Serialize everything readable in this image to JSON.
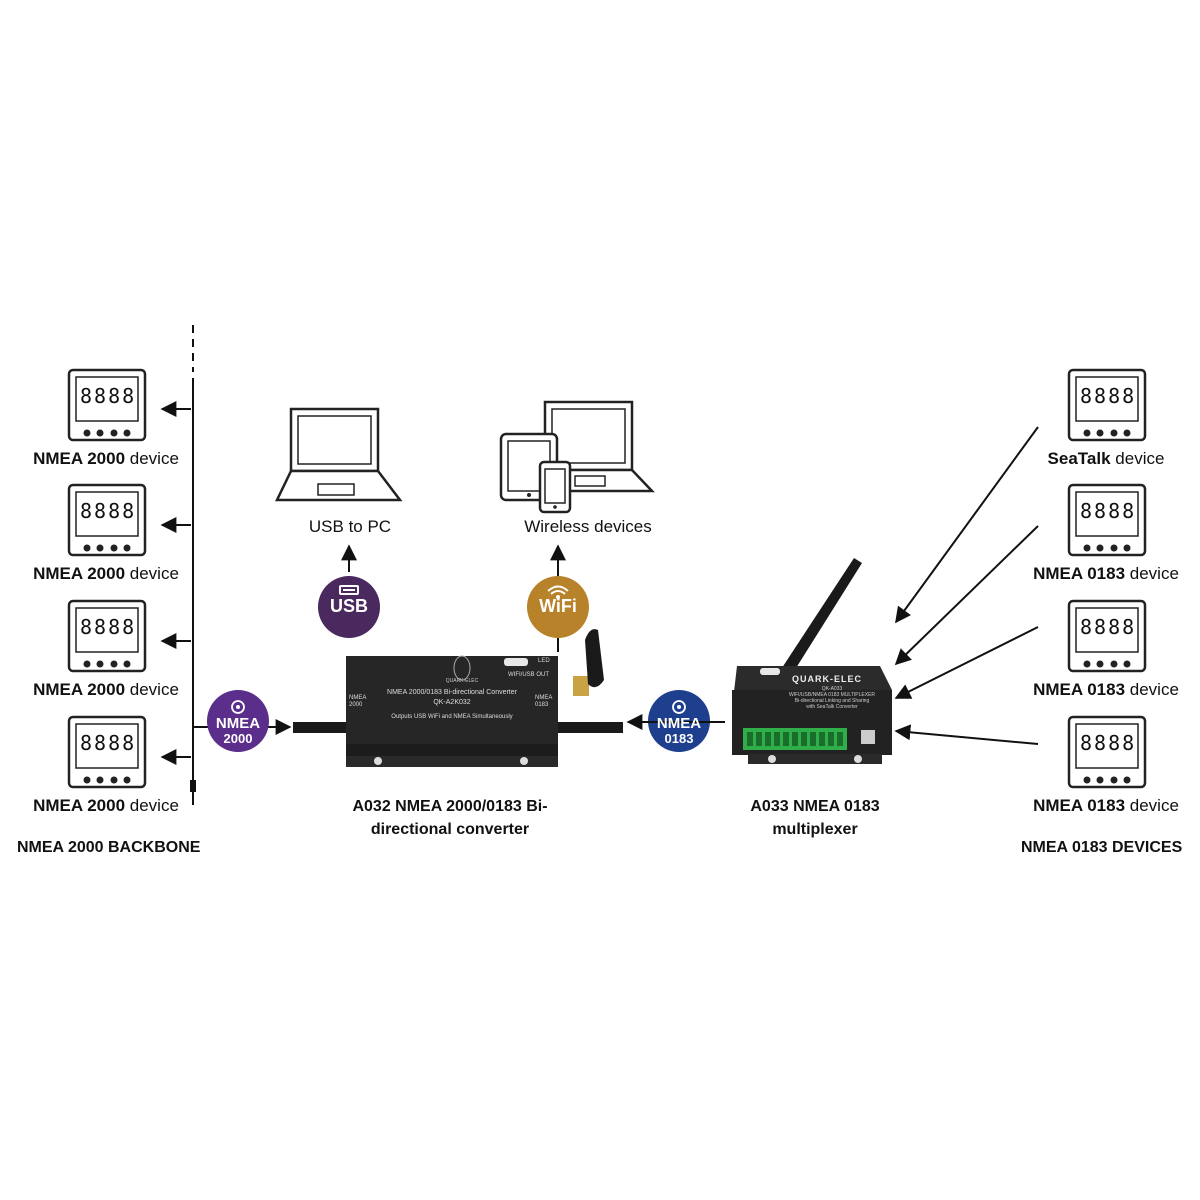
{
  "backbone": {
    "devices": [
      {
        "name_bold": "NMEA 2000",
        "name_rest": " device"
      },
      {
        "name_bold": "NMEA 2000",
        "name_rest": " device"
      },
      {
        "name_bold": "NMEA 2000",
        "name_rest": " device"
      },
      {
        "name_bold": "NMEA 2000",
        "name_rest": " device"
      }
    ],
    "caption": "NMEA 2000 BACKBONE",
    "display_digits": "8888"
  },
  "outputs": {
    "usb_label": "USB to PC",
    "wireless_label": "Wireless devices",
    "usb_badge": "USB",
    "wifi_badge": "WiFi"
  },
  "badges": {
    "nmea2000_line1": "NMEA",
    "nmea2000_line2": "2000",
    "nmea0183_line1": "NMEA",
    "nmea0183_line2": "0183"
  },
  "converter": {
    "caption_line1": "A032 NMEA 2000/0183 Bi-",
    "caption_line2": "directional converter",
    "panel_title": "NMEA 2000/0183 Bi-directional Converter",
    "model": "QK-A2K032",
    "port_left_1": "NMEA",
    "port_left_2": "2000",
    "port_right_1": "NMEA",
    "port_right_2": "0183",
    "led_label": "LED",
    "wifi_usb_out": "WIFI/USB OUT",
    "footer": "Outputs USB WiFi and NMEA Simultaneously",
    "brand": "QUARK-ELEC"
  },
  "multiplexer": {
    "caption_line1": "A033 NMEA 0183",
    "caption_line2": "multiplexer",
    "brand": "QUARK-ELEC",
    "model": "QK-A033",
    "panel_line1": "WIFI/USB/NMEA 0183 MULTIPLEXER",
    "panel_line2": "Bi-directional Linking and Sharing",
    "panel_line3": "with SeaTalk Converter"
  },
  "devices_0183": {
    "devices": [
      {
        "name_bold": "SeaTalk",
        "name_rest": " device"
      },
      {
        "name_bold": "NMEA 0183",
        "name_rest": " device"
      },
      {
        "name_bold": "NMEA 0183",
        "name_rest": " device"
      },
      {
        "name_bold": "NMEA 0183",
        "name_rest": " device"
      }
    ],
    "caption": "NMEA 0183 DEVICES"
  },
  "colors": {
    "usb_badge": "#4a2a5e",
    "wifi_badge": "#b8822a",
    "nmea2000_badge": "#5a2e8a",
    "nmea0183_badge": "#1e3f8e",
    "device_body": "#222222"
  }
}
